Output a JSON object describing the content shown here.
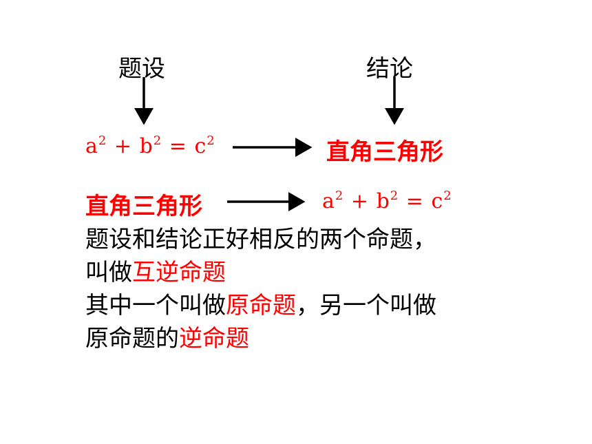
{
  "labels": {
    "hypothesis": "题设",
    "conclusion": "结论"
  },
  "colors": {
    "accent": "#ff0000",
    "text": "#000000",
    "background": "#ffffff"
  },
  "statement1": {
    "formula": {
      "a": "a",
      "b": "b",
      "c": "c",
      "exp": "2",
      "plus": "+",
      "equals": "="
    },
    "conclusion": "直角三角形"
  },
  "statement2": {
    "hypothesis": "直角三角形",
    "formula": {
      "a": "a",
      "b": "b",
      "c": "c",
      "exp": "2",
      "plus": "+",
      "equals": "="
    }
  },
  "text": {
    "line1": "题设和结论正好相反的两个命题，",
    "line2_prefix": "叫做",
    "line2_term": "互逆命题",
    "line3_prefix": "其中一个叫做",
    "line3_term": "原命题",
    "line3_suffix": "，另一个叫做",
    "line4_prefix": "原命题的",
    "line4_term": "逆命题"
  }
}
